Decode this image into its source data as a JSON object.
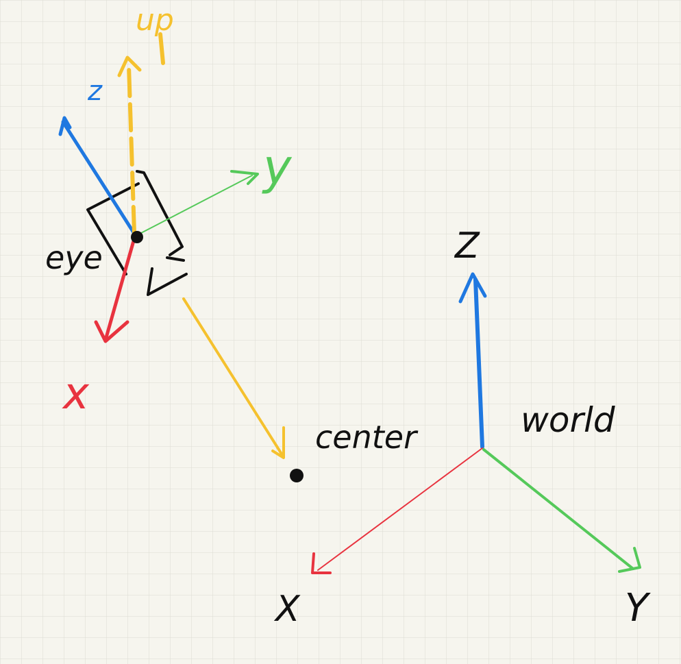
{
  "colors": {
    "paper": "#f6f5ee",
    "grid": "#dcdcd2",
    "red": "#e8333f",
    "green": "#55c95a",
    "blue": "#1f78e0",
    "yellow": "#f5c12e",
    "ink": "#111111"
  },
  "camera": {
    "eye_label": "eye",
    "x_label": "x",
    "y_label": "y",
    "z_label": "z",
    "up_label": "up"
  },
  "center": {
    "label": "center"
  },
  "world": {
    "label": "world",
    "x_label": "X",
    "y_label": "Y",
    "z_label": "Z"
  }
}
